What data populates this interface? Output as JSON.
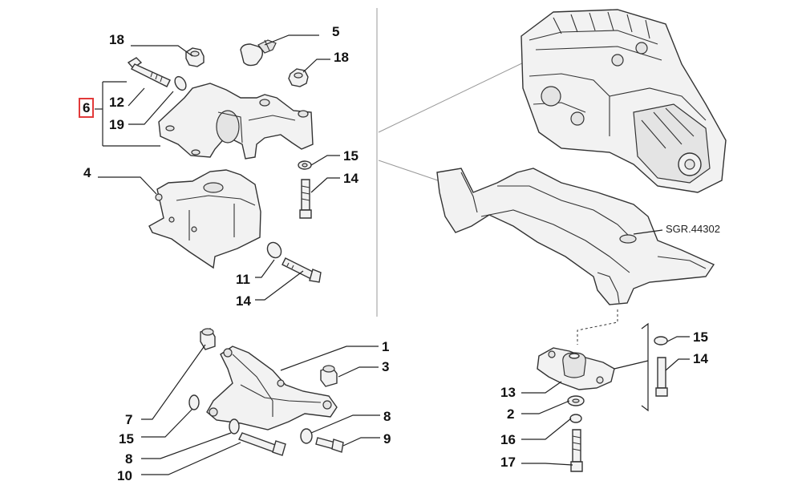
{
  "callouts": {
    "c18a": "18",
    "c5": "5",
    "c18b": "18",
    "c6": "6",
    "c12": "12",
    "c19": "19",
    "c15a": "15",
    "c14a": "14",
    "c4": "4",
    "c11": "11",
    "c14b": "14",
    "ref": "SGR.44302",
    "c1": "1",
    "c3": "3",
    "c7": "7",
    "c15b": "15",
    "c8a": "8",
    "c8b": "8",
    "c9": "9",
    "c10": "10",
    "c15c": "15",
    "c14c": "14",
    "c13": "13",
    "c2": "2",
    "c16": "16",
    "c17": "17"
  },
  "colors": {
    "highlight": "#e23a3a",
    "line": "#333333"
  }
}
